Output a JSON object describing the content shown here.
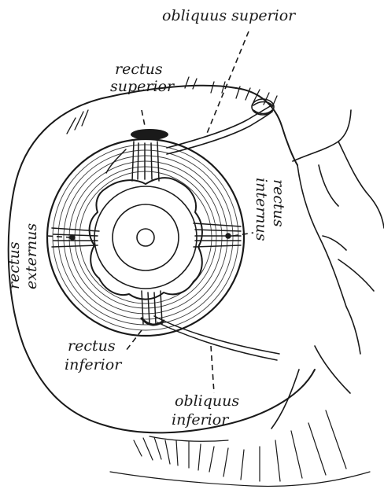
{
  "figure": {
    "labels": {
      "obliquus_superior": "obliquus superior",
      "rectus_superior_1": "rectus",
      "rectus_superior_2": "superior",
      "rectus_internus_1": "rectus",
      "rectus_internus_2": "internus",
      "rectus_externus_1": "rectus",
      "rectus_externus_2": "externus",
      "rectus_inferior_1": "rectus",
      "rectus_inferior_2": "inferior",
      "obliquus_inferior_1": "obliquus",
      "obliquus_inferior_2": "inferior"
    },
    "colors": {
      "ink": "#1a1a1a",
      "paper": "#ffffff"
    }
  }
}
